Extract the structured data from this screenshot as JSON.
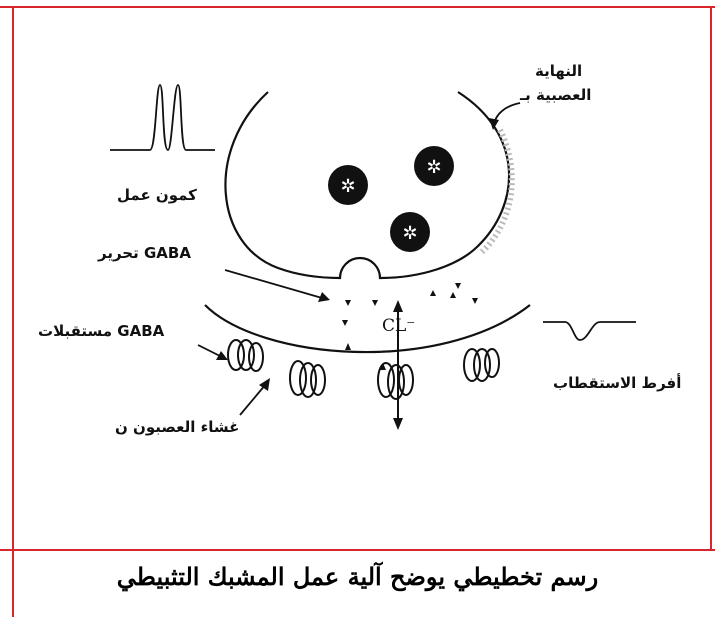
{
  "labels": {
    "terminal_line1": "النهاية",
    "terminal_line2": "العصبية بـ",
    "action_potential": "كمون عمل",
    "gaba_release": "تحرير GABA",
    "cl_ion": "CL⁻",
    "gaba_receptors": "مستقبلات GABA",
    "hyperpolarization": "أفرط الاستقطاب",
    "neuron_membrane": "غشاء العصبون ن"
  },
  "caption": "رسم تخطيطي يوضح آلية عمل المشبك التثبيطي",
  "colors": {
    "frame_red": "#d9262c",
    "ink": "#111111"
  }
}
